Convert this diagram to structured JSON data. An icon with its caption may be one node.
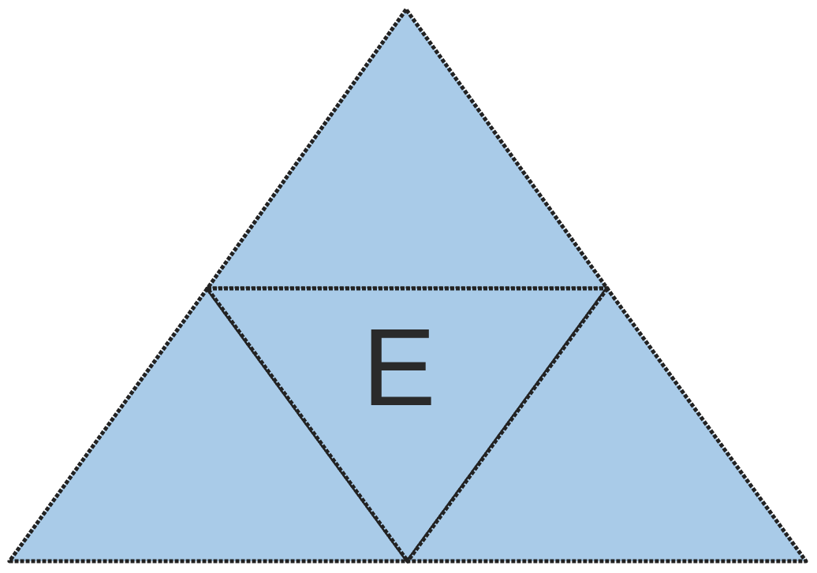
{
  "diagram": {
    "nodes": [
      {
        "text": [],
        "shape": "triangle"
      },
      {
        "text": [],
        "shape": "triangle"
      },
      {
        "text": [
          "E"
        ]
      },
      {
        "text": [],
        "shape": "triangle"
      }
    ]
  }
}
